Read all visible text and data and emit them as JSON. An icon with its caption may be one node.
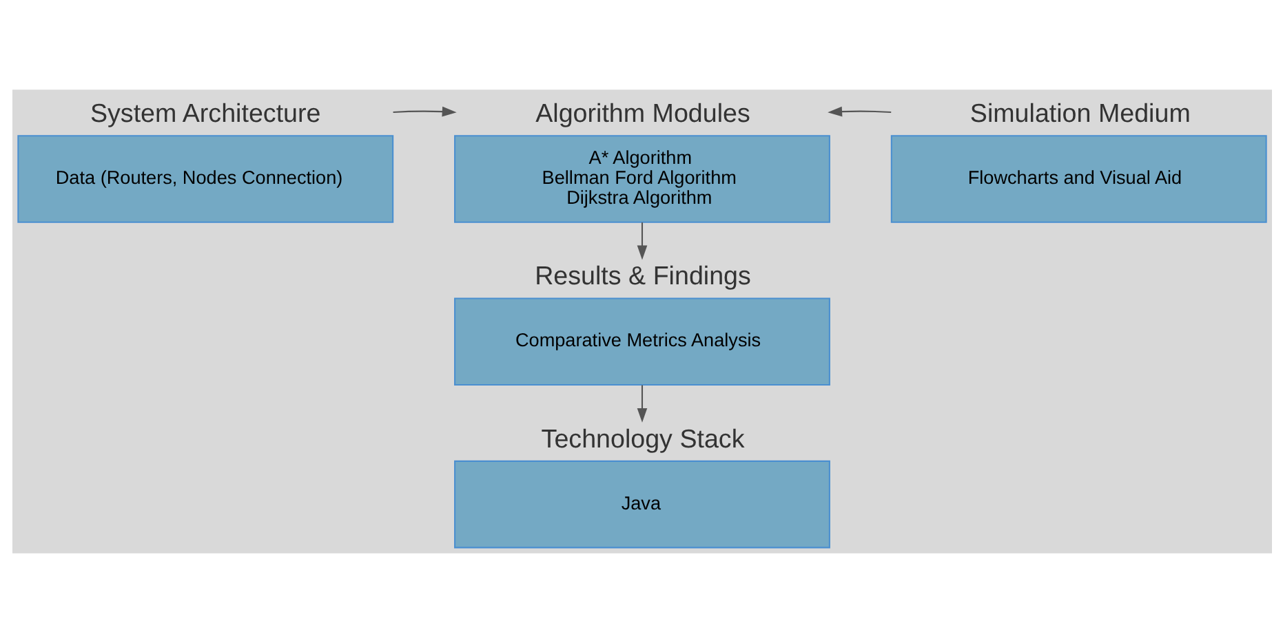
{
  "diagram": {
    "nodes": [
      {
        "text": [
          "System Architecture",
          "Data (Routers, Nodes Connection)"
        ]
      },
      {
        "text": [
          "Algorithm Modules",
          "A* Algorithm",
          "Bellman Ford Algorithm",
          "Dijkstra Algorithm"
        ]
      },
      {
        "text": [
          "Simulation Medium",
          "Flowcharts and Visual Aid"
        ]
      },
      {
        "text": [
          "Results & Findings",
          "Comparative Metrics Analysis"
        ]
      },
      {
        "text": [
          "Technology Stack",
          "Java"
        ]
      }
    ],
    "edges": [
      {
        "from": 0,
        "to": 1,
        "arrow": "to"
      },
      {
        "from": 2,
        "to": 1,
        "arrow": "to"
      },
      {
        "from": 1,
        "to": 3,
        "arrow": "to"
      },
      {
        "from": 3,
        "to": 4,
        "arrow": "to"
      }
    ]
  }
}
